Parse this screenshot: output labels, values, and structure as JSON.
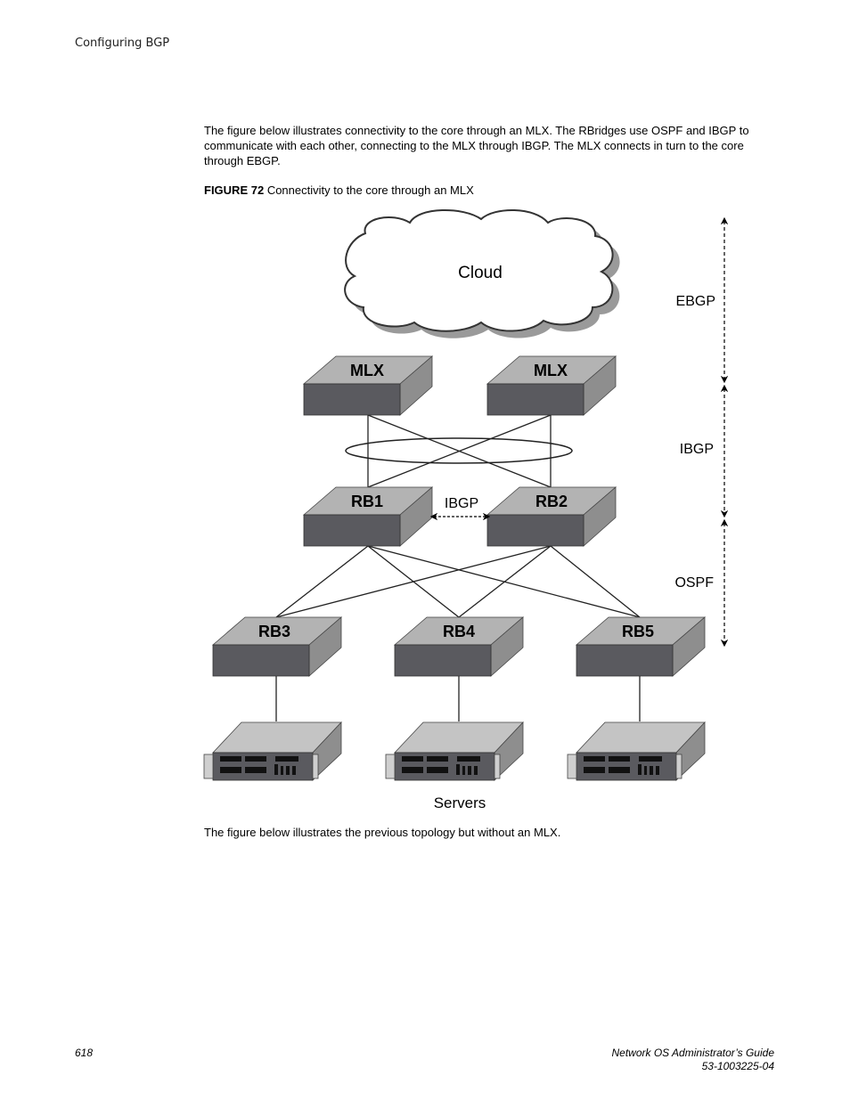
{
  "header": {
    "section": "Configuring BGP"
  },
  "body": {
    "intro": "The figure below illustrates connectivity to the core through an MLX. The RBridges use OSPF and IBGP to communicate with each other, connecting to the MLX through IBGP. The MLX connects in turn to the core through EBGP.",
    "figure_label": "FIGURE 72",
    "figure_title": "Connectivity to the core through an MLX",
    "outro": "The figure below illustrates the previous topology but without an MLX."
  },
  "diagram": {
    "cloud_label": "Cloud",
    "devices": [
      "MLX",
      "MLX",
      "RB1",
      "RB2",
      "RB3",
      "RB4",
      "RB5"
    ],
    "center_label": "IBGP",
    "protocol_labels": [
      "EBGP",
      "IBGP",
      "OSPF"
    ],
    "servers_label": "Servers"
  },
  "footer": {
    "page_number": "618",
    "guide_title": "Network OS Administrator’s Guide",
    "doc_number": "53-1003225-04"
  }
}
